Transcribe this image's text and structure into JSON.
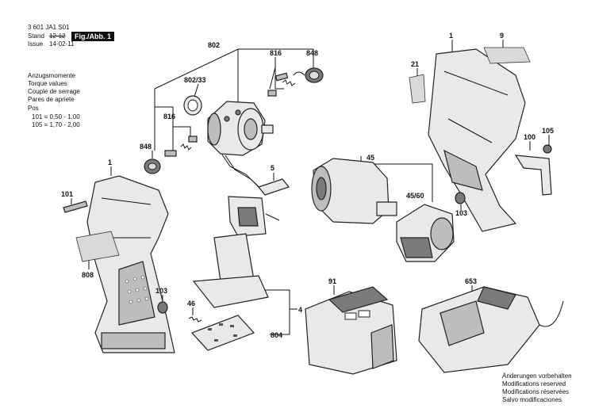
{
  "header": {
    "part_number": "3 601 JA1 S01",
    "stand_label": "Stand",
    "stand_value": "12-12",
    "issue_label": "Issue",
    "issue_value": "14-02-11",
    "figure_badge": "Fig./Abb. 1"
  },
  "torque": {
    "lines": [
      "Anzugsmomente",
      "Torque values",
      "Couple de serrage",
      "Pares de apriete"
    ],
    "pos_label": "Pos",
    "rows": [
      "101 =  0,50 - 1,00",
      "105 =  1,70 - 2,00"
    ]
  },
  "callouts": {
    "c802": "802",
    "c816a": "816",
    "c848a": "848",
    "c802_33": "802/33",
    "c816b": "816",
    "c848b": "848",
    "c1a": "1",
    "c9": "9",
    "c21": "21",
    "c1b": "1",
    "c101": "101",
    "c5": "5",
    "c45": "45",
    "c45_60": "45/60",
    "c105": "105",
    "c100": "100",
    "c103a": "103",
    "c808": "808",
    "c103b": "103",
    "c91": "91",
    "c653": "653",
    "c46": "46",
    "c804": "804",
    "c4": "4"
  },
  "footer": {
    "lines": [
      "Änderungen vorbehalten",
      "Modifications reserved",
      "Modifications réservées",
      "Salvo modificaciones"
    ]
  },
  "colors": {
    "ink": "#111111",
    "part_fill": "#e9e9e9",
    "shade": "#7a7a7a"
  }
}
